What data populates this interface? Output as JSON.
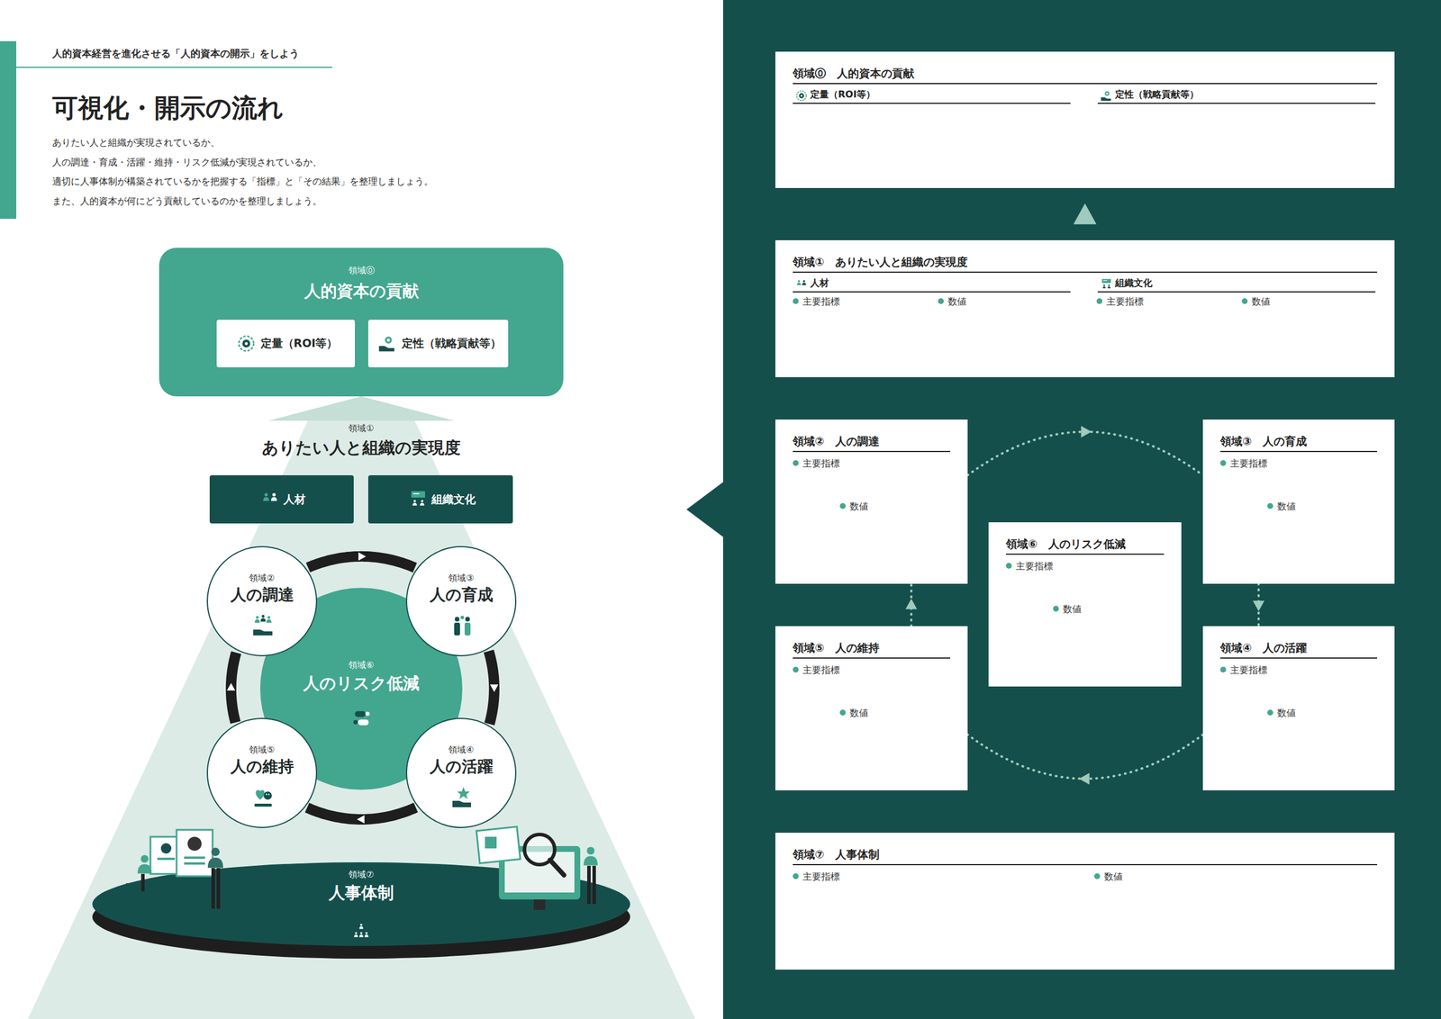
{
  "diagram": {
    "title": "可視化・開示の流れ",
    "nodes": [
      {
        "text": [
          "領域⓪",
          "人的資本の貢献"
        ]
      },
      {
        "text": [
          "定量（ROI等）"
        ],
        "in": 0
      },
      {
        "text": [
          "定性（戦略貢献等）"
        ],
        "in": 0
      },
      {
        "text": [
          "領域①",
          "ありたい人と組織の実現度"
        ]
      },
      {
        "text": [
          "人材"
        ],
        "in": 3
      },
      {
        "text": [
          "組織文化"
        ],
        "in": 3
      },
      {
        "text": [
          "領域②",
          "人の調達"
        ]
      },
      {
        "text": [
          "領域③",
          "人の育成"
        ]
      },
      {
        "text": [
          "領域⑥",
          "人のリスク低減"
        ]
      },
      {
        "text": [
          "領域⑤",
          "人の維持"
        ]
      },
      {
        "text": [
          "領域④",
          "人の活躍"
        ]
      },
      {
        "text": [
          "領域⑦",
          "人事体制"
        ]
      },
      {
        "text": [
          "領域⓪　人的資本の貢献",
          "定量（ROI等）",
          "定性（戦略貢献等）"
        ]
      },
      {
        "text": [
          "領域①　ありたい人と組織の実現度",
          "人材",
          "組織文化",
          "主要指標",
          "数値",
          "主要指標",
          "数値"
        ]
      },
      {
        "text": [
          "領域②　人の調達",
          "主要指標",
          "数値"
        ]
      },
      {
        "text": [
          "領域③　人の育成",
          "主要指標",
          "数値"
        ]
      },
      {
        "text": [
          "領域⑥　人のリスク低減",
          "主要指標",
          "数値"
        ]
      },
      {
        "text": [
          "領域⑤　人の維持",
          "主要指標",
          "数値"
        ]
      },
      {
        "text": [
          "領域④　人の活躍",
          "主要指標",
          "数値"
        ]
      },
      {
        "text": [
          "領域⑦　人事体制",
          "主要指標",
          "数値"
        ]
      }
    ],
    "edges": [
      {
        "from": 3,
        "to": 0,
        "arrow": "to"
      },
      {
        "from": 6,
        "to": 7,
        "arrow": "to"
      },
      {
        "from": 7,
        "to": 10,
        "arrow": "to"
      },
      {
        "from": 10,
        "to": 9,
        "arrow": "to"
      },
      {
        "from": 9,
        "to": 6,
        "arrow": "to"
      },
      {
        "from": 13,
        "to": 12,
        "arrow": "to"
      },
      {
        "from": 14,
        "to": 15,
        "arrow": "to"
      },
      {
        "from": 15,
        "to": 18,
        "arrow": "to"
      },
      {
        "from": 18,
        "to": 17,
        "arrow": "to"
      },
      {
        "from": 17,
        "to": 14,
        "arrow": "to"
      }
    ],
    "labels": [
      "人的資本経営を進化させる「人的資本の開示」をしよう",
      "ありたい人と組織が実現されているか、",
      "人の調達・育成・活躍・維持・リスク低減が実現されているか、",
      "適切に人事体制が構築されているかを把握する「指標」と「その結果」を整理しましょう。",
      "また、人的資本が何にどう貢献しているのかを整理しましょう。"
    ]
  }
}
